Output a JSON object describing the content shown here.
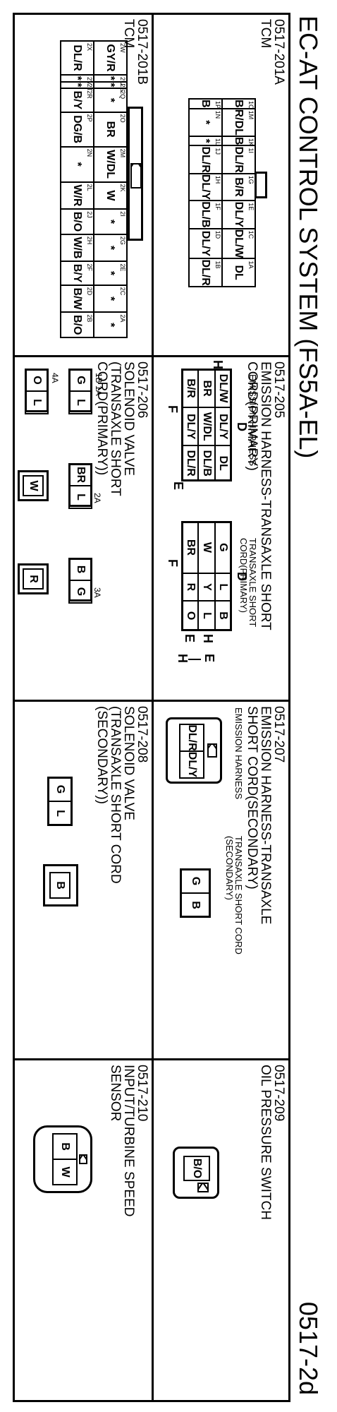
{
  "page": {
    "title": "EC-AT CONTROL SYSTEM (FS5A-EL)",
    "page_number": "0517-2d"
  },
  "sections": {
    "s201a": {
      "title": "0517-201A\nTCM",
      "rows": [
        [
          "1O",
          "B",
          "1M",
          "R/DL",
          "1K",
          "B",
          "1I",
          "DL/R",
          "1G",
          "B/R",
          "1E",
          "DL/Y",
          "1C",
          "DL/W",
          "1A",
          "DL"
        ],
        [
          "1P",
          "B",
          "1N",
          "*",
          "1L",
          "*",
          "1J",
          "DL/R",
          "1H",
          "DL/Y",
          "1F",
          "DL/B",
          "1D",
          "DL/Y",
          "1B",
          "DL/R"
        ]
      ]
    },
    "s201b": {
      "title": "0517-201B\nTCM",
      "rows": [
        [
          "2W",
          "GY/R",
          "2U",
          "*",
          "2S",
          "*",
          "2Q",
          "*",
          "2O",
          "BR",
          "2M",
          "W/DL",
          "2K",
          "W",
          "2I",
          "*",
          "2G",
          "*",
          "2E",
          "*",
          "2C",
          "*",
          "2A",
          "*"
        ],
        [
          "2X",
          "DL/R",
          "2V",
          "*",
          "2T",
          "*",
          "2R",
          "B/Y",
          "2P",
          "DG/B",
          "2N",
          "*",
          "2L",
          "W/R",
          "2J",
          "B/O",
          "2H",
          "W/B",
          "2F",
          "B/Y",
          "2D",
          "B/W",
          "2B",
          "B/O"
        ]
      ]
    },
    "s205": {
      "title": "0517-205\nEMISSION HARNESS-TRANSAXLE SHORT CORD(PRIMARY)",
      "sub_left": "EMISSION HARNESS",
      "sub_right": "TRANSAXLE SHORT CORD(PRIMARY)",
      "left_grid": [
        [
          "DL/W",
          "DL/Y",
          "DL"
        ],
        [
          "BR",
          "W/DL",
          "DL/B"
        ],
        [
          "B/R",
          "DL/Y",
          "DL/R"
        ]
      ],
      "right_grid": [
        [
          "G",
          "L",
          "B"
        ],
        [
          "W",
          "Y",
          "L"
        ],
        [
          "BR",
          "R",
          "O"
        ]
      ],
      "letters": {
        "d": "D",
        "f": "F",
        "h": "H",
        "e": "E"
      }
    },
    "s206": {
      "title": "0517-206\nSOLENOID VALVE\n(TRANSAXLE SHORT\nCORD(PRIMARY))",
      "c1": {
        "pins": "1B 1A",
        "cells": [
          "G",
          "L"
        ]
      },
      "c4": {
        "pins": "4A",
        "cells": [
          "O",
          "L"
        ]
      },
      "c2": {
        "pins": "2A",
        "cells": [
          "BR",
          "L"
        ]
      },
      "cw": {
        "cells": [
          "W"
        ]
      },
      "c3": {
        "pins": "3A",
        "cells": [
          "B",
          "G"
        ]
      },
      "cr": {
        "cells": [
          "R"
        ]
      }
    },
    "s207": {
      "title": "0517-207\nEMISSION HARNESS-TRANSAXLE\nSHORT CORD(SECONDARY)",
      "sub_left": "EMISSION HARNESS",
      "sub_right": "TRANSAXLE SHORT CORD\n(SECONDARY)",
      "left_cells": [
        "DL/R",
        "DL/Y"
      ],
      "right_cells": [
        "G",
        "B"
      ]
    },
    "s208": {
      "title": "0517-208\nSOLENOID VALVE\n(TRANSAXLE SHORT CORD\n(SECONDARY))",
      "c1": [
        "G",
        "L"
      ],
      "c2": [
        "B"
      ]
    },
    "s209": {
      "title": "0517-209\nOIL PRESSURE SWITCH",
      "cells": [
        "B/O"
      ]
    },
    "s210": {
      "title": "0517-210\nINPUT/TURBINE SPEED\nSENSOR",
      "cells": [
        "B",
        "W"
      ]
    }
  }
}
